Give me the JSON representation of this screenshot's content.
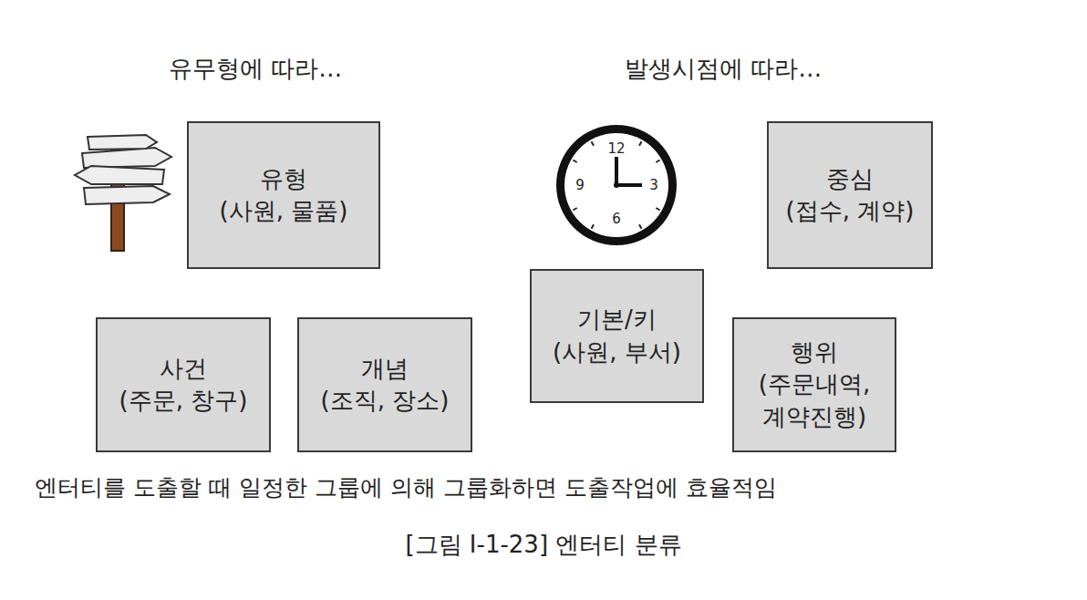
{
  "diagram": {
    "caption": "[그림 Ⅰ-1-23] 엔터티 분류",
    "nodes": [
      {
        "text": [
          "유형",
          "(사원, 물품)"
        ]
      },
      {
        "text": [
          "사건",
          "(주문, 창구)"
        ]
      },
      {
        "text": [
          "개념",
          "(조직, 장소)"
        ]
      },
      {
        "text": [
          "중심",
          "(접수, 계약)"
        ]
      },
      {
        "text": [
          "기본/키",
          "(사원, 부서)"
        ]
      },
      {
        "text": [
          "행위",
          "(주문내역, 계약진행)"
        ]
      }
    ],
    "labels": [
      "유무형에 따라…",
      "발생시점에 따라…",
      "12",
      "3",
      "6",
      "9",
      "엔터티를 도출할 때 일정한 그룹에 의해 그룹화하면 도출작업에 효율적임"
    ]
  }
}
